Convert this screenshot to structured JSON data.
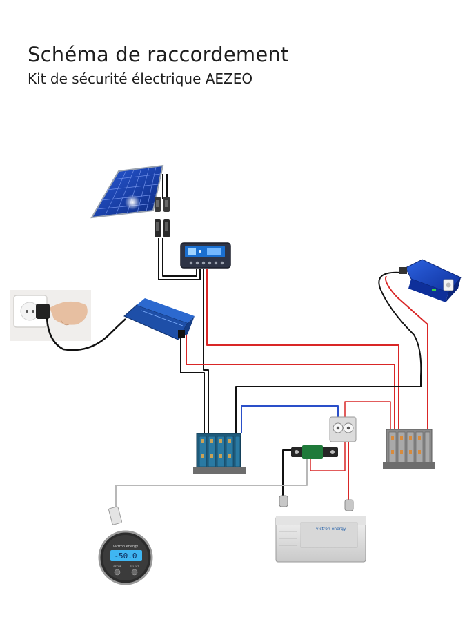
{
  "header": {
    "title": "Schéma de raccordement",
    "subtitle": "Kit de sécurité électrique AEZEO"
  },
  "monitor": {
    "reading": "-50.0",
    "brand": "victron energy",
    "left_button": "SETUP",
    "right_button": "SELECT"
  },
  "battery": {
    "brand": "victron energy"
  },
  "colors": {
    "positive_wire": "#d92626",
    "negative_wire": "#111111",
    "signal_wire": "#2a4fc9",
    "sense_wire": "#b8b8b8",
    "terminal_block_blue": "#1e5a7a",
    "terminal_block_grey": "#8a8a8a",
    "inverter_blue": "#1c49c4",
    "charger_blue": "#1e4fa8"
  }
}
